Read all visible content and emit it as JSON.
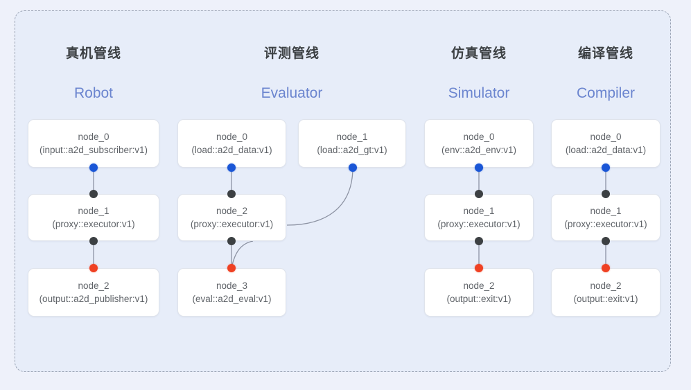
{
  "diagram": {
    "frame": {
      "style": "dashed-rounded-rectangle",
      "border_color": "#9aa3b4",
      "fill": "#e7edf9"
    },
    "background_color": "#eef1fa",
    "port_colors": {
      "input": "#1a56d6",
      "middle": "#3c4043",
      "output": "#ef4123"
    },
    "edge_color": "#8d93a3"
  },
  "columns": [
    {
      "id": "robot",
      "title_cn": "真机管线",
      "title_en": "Robot",
      "nodes": [
        {
          "name": "node_0",
          "type": "(input::a2d_subscriber:v1)"
        },
        {
          "name": "node_1",
          "type": "(proxy::executor:v1)"
        },
        {
          "name": "node_2",
          "type": "(output::a2d_publisher:v1)"
        }
      ]
    },
    {
      "id": "evaluator",
      "title_cn": "评测管线",
      "title_en": "Evaluator",
      "nodes": [
        {
          "name": "node_0",
          "type": "(load::a2d_data:v1)"
        },
        {
          "name": "node_1",
          "type": "(load::a2d_gt:v1)"
        },
        {
          "name": "node_2",
          "type": "(proxy::executor:v1)"
        },
        {
          "name": "node_3",
          "type": "(eval::a2d_eval:v1)"
        }
      ]
    },
    {
      "id": "simulator",
      "title_cn": "仿真管线",
      "title_en": "Simulator",
      "nodes": [
        {
          "name": "node_0",
          "type": "(env::a2d_env:v1)"
        },
        {
          "name": "node_1",
          "type": "(proxy::executor:v1)"
        },
        {
          "name": "node_2",
          "type": "(output::exit:v1)"
        }
      ]
    },
    {
      "id": "compiler",
      "title_cn": "编译管线",
      "title_en": "Compiler",
      "nodes": [
        {
          "name": "node_0",
          "type": "(load::a2d_data:v1)"
        },
        {
          "name": "node_1",
          "type": "(proxy::executor:v1)"
        },
        {
          "name": "node_2",
          "type": "(output::exit:v1)"
        }
      ]
    }
  ]
}
